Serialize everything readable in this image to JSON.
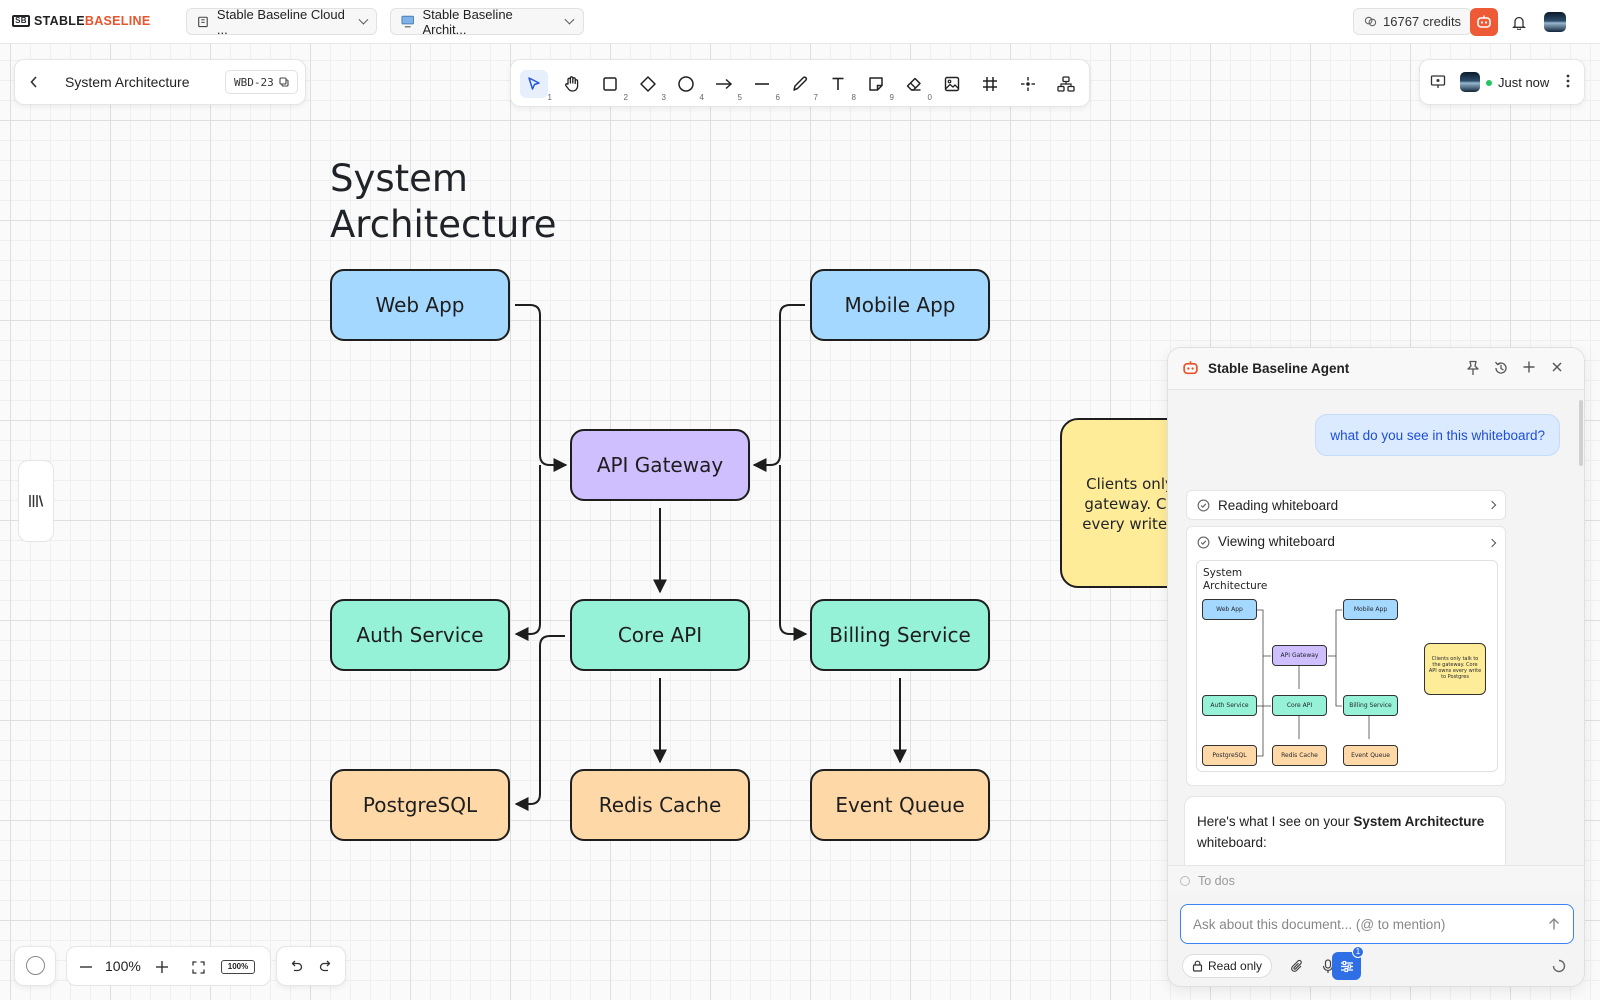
{
  "app": {
    "logo_text_stable": "STABLE",
    "logo_text_baseline": "BASELINE",
    "workspace_breadcrumb": "Stable Baseline Cloud ...",
    "project_breadcrumb": "Stable Baseline Archit...",
    "credits_label": "16767 credits"
  },
  "document": {
    "title": "System Architecture",
    "id": "WBD-23",
    "last_saved": "Just now"
  },
  "toolbar": {
    "tools": [
      {
        "name": "select",
        "key": "1"
      },
      {
        "name": "hand",
        "key": ""
      },
      {
        "name": "rectangle",
        "key": "2"
      },
      {
        "name": "diamond",
        "key": "3"
      },
      {
        "name": "ellipse",
        "key": "4"
      },
      {
        "name": "arrow",
        "key": "5"
      },
      {
        "name": "line",
        "key": "6"
      },
      {
        "name": "pencil",
        "key": "7"
      },
      {
        "name": "text",
        "key": "8"
      },
      {
        "name": "sticky-note",
        "key": "9"
      },
      {
        "name": "eraser",
        "key": "0"
      },
      {
        "name": "image",
        "key": ""
      },
      {
        "name": "frame",
        "key": ""
      },
      {
        "name": "laser",
        "key": ""
      },
      {
        "name": "diagram",
        "key": ""
      }
    ]
  },
  "canvas": {
    "heading_line1": "System",
    "heading_line2": "Architecture",
    "nodes": {
      "web_app": "Web App",
      "mobile_app": "Mobile App",
      "api_gateway": "API Gateway",
      "auth_service": "Auth Service",
      "core_api": "Core API",
      "billing_service": "Billing Service",
      "postgresql": "PostgreSQL",
      "redis_cache": "Redis Cache",
      "event_queue": "Event Queue"
    },
    "note_line1": "Clients only",
    "note_line2": "gateway. Co",
    "note_line3": "every write t",
    "colors": {
      "client": "#a5d8ff",
      "gateway": "#d0bfff",
      "service": "#96f2d7",
      "storage": "#ffd8a8",
      "note": "#ffec99"
    }
  },
  "agent": {
    "title": "Stable Baseline Agent",
    "user_message": "what do you see in this whiteboard?",
    "steps": [
      "Reading whiteboard",
      "Viewing whiteboard"
    ],
    "preview": {
      "title_line1": "System",
      "title_line2": "Architecture",
      "note": "Clients only talk to the gateway. Core API owns every write to Postgres"
    },
    "reply_prefix": "Here's what I see on your ",
    "reply_bold": "System Architecture",
    "reply_suffix": "whiteboard:",
    "todos_label": "To dos",
    "input_placeholder": "Ask about this document... (@ to mention)",
    "read_only_label": "Read only",
    "settings_badge": "1"
  },
  "bottom": {
    "zoom_level": "100%",
    "zoom_badge": "100%"
  }
}
